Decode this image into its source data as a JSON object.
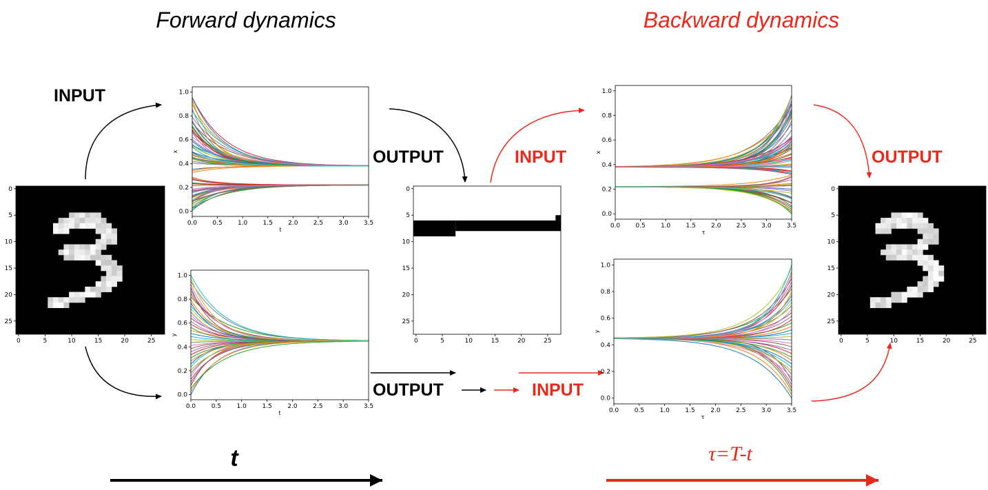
{
  "titles": {
    "forward": "Forward dynamics",
    "backward": "Backward dynamics"
  },
  "labels": {
    "input_top_left": "INPUT",
    "output_forward_top": "OUTPUT",
    "input_backward_top": "INPUT",
    "output_backward_top": "OUTPUT",
    "output_forward_bottom": "OUTPUT",
    "input_backward_bottom": "INPUT"
  },
  "time_axis": {
    "forward": "t",
    "backward": "τ=T-t"
  },
  "colors": {
    "forward": "#000000",
    "backward": "#e8291c"
  },
  "charts": {
    "forward_x": {
      "xlabel": "t",
      "ylabel": "x",
      "xticks": [
        "0.0",
        "0.5",
        "1.0",
        "1.5",
        "2.0",
        "2.5",
        "3.0",
        "3.5"
      ],
      "yticks": [
        "0.0",
        "0.2",
        "0.4",
        "0.6",
        "0.8",
        "1.0"
      ],
      "xlim": [
        0,
        3.5
      ],
      "ylim": [
        0,
        1
      ],
      "direction": "converge",
      "attractors": [
        0.38,
        0.22
      ]
    },
    "forward_y": {
      "xlabel": "t",
      "ylabel": "y",
      "xticks": [
        "0.0",
        "0.5",
        "1.0",
        "1.5",
        "2.0",
        "2.5",
        "3.0",
        "3.5"
      ],
      "yticks": [
        "0.0",
        "0.2",
        "0.4",
        "0.6",
        "0.8",
        "1.0"
      ],
      "xlim": [
        0,
        3.5
      ],
      "ylim": [
        0,
        1
      ],
      "direction": "converge",
      "attractors": [
        0.45
      ]
    },
    "backward_x": {
      "xlabel": "τ",
      "ylabel": "x",
      "xticks": [
        "0.0",
        "0.5",
        "1.0",
        "1.5",
        "2.0",
        "2.5",
        "3.0",
        "3.5"
      ],
      "yticks": [
        "0.0",
        "0.2",
        "0.4",
        "0.6",
        "0.8",
        "1.0"
      ],
      "xlim": [
        0,
        3.5
      ],
      "ylim": [
        0,
        1
      ],
      "direction": "diverge",
      "attractors": [
        0.38,
        0.22
      ]
    },
    "backward_y": {
      "xlabel": "τ",
      "ylabel": "y",
      "xticks": [
        "0.0",
        "0.5",
        "1.0",
        "1.5",
        "2.0",
        "2.5",
        "3.0",
        "3.5"
      ],
      "yticks": [
        "0.0",
        "0.2",
        "0.4",
        "0.6",
        "0.8",
        "1.0"
      ],
      "xlim": [
        0,
        3.5
      ],
      "ylim": [
        0,
        1
      ],
      "direction": "diverge",
      "attractors": [
        0.45
      ]
    }
  },
  "images": {
    "digit_in": {
      "xticks": [
        "0",
        "5",
        "10",
        "15",
        "20",
        "25"
      ],
      "yticks": [
        "0",
        "5",
        "10",
        "15",
        "20",
        "25"
      ]
    },
    "binary_mid": {
      "xticks": [
        "0",
        "5",
        "10",
        "15",
        "20",
        "25"
      ],
      "yticks": [
        "0",
        "5",
        "10",
        "15",
        "20",
        "25"
      ]
    },
    "digit_out": {
      "xticks": [
        "0",
        "5",
        "10",
        "15",
        "20",
        "25"
      ],
      "yticks": [
        "0",
        "5",
        "10",
        "15",
        "20",
        "25"
      ]
    }
  }
}
